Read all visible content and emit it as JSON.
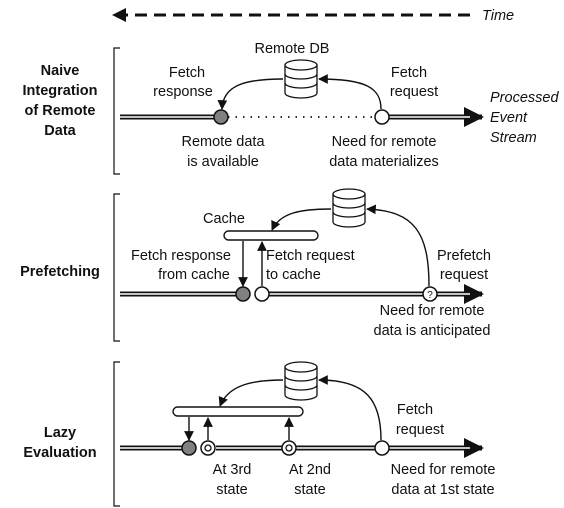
{
  "time_label": "Time",
  "output_label": [
    "Processed",
    "Event",
    "Stream"
  ],
  "panels": {
    "naive": {
      "title": [
        "Naive",
        "Integration",
        "of Remote",
        "Data"
      ],
      "db_label": "Remote DB",
      "fetch_response": [
        "Fetch",
        "response"
      ],
      "fetch_request": [
        "Fetch",
        "request"
      ],
      "available": [
        "Remote data",
        "is available"
      ],
      "materializes": [
        "Need for remote",
        "data materializes"
      ]
    },
    "prefetch": {
      "title": [
        "Prefetching"
      ],
      "cache_label": "Cache",
      "response_from_cache": [
        "Fetch response",
        "from cache"
      ],
      "request_to_cache": [
        "Fetch request",
        "to cache"
      ],
      "prefetch_request": [
        "Prefetch",
        "request"
      ],
      "anticipated": [
        "Need for remote",
        "data is anticipated"
      ],
      "marker_symbol": "?"
    },
    "lazy": {
      "title": [
        "Lazy",
        "Evaluation"
      ],
      "fetch_request": [
        "Fetch",
        "request"
      ],
      "third_state": [
        "At 3rd",
        "state"
      ],
      "second_state": [
        "At 2nd",
        "state"
      ],
      "first_state": [
        "Need for remote",
        "data at 1st state"
      ]
    }
  }
}
